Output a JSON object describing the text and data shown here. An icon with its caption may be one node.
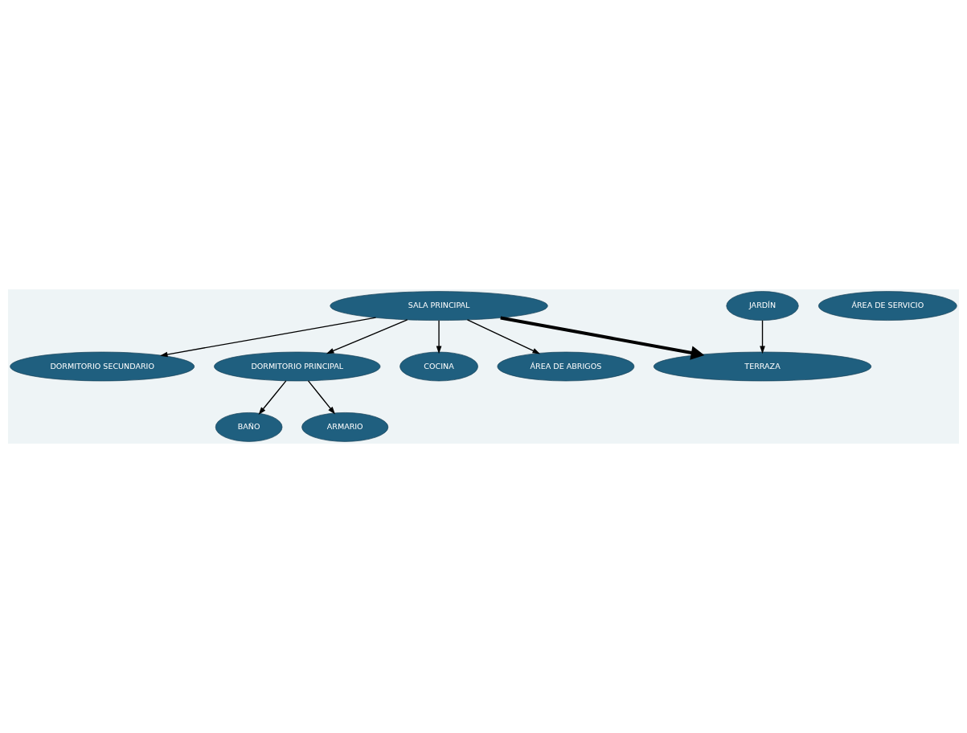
{
  "diagram": {
    "nodes": [
      {
        "text": [
          "BAÑO"
        ]
      },
      {
        "text": [
          "ARMARIO"
        ]
      },
      {
        "text": [
          "DORMITORIO SECUNDARIO"
        ]
      },
      {
        "text": [
          "DORMITORIO PRINCIPAL"
        ]
      },
      {
        "text": [
          "COCINA"
        ]
      },
      {
        "text": [
          "ÁREA DE SERVICIO"
        ]
      },
      {
        "text": [
          "SALA PRINCIPAL"
        ]
      },
      {
        "text": [
          "ÁREA DE ABRIGOS"
        ]
      },
      {
        "text": [
          "JARDÍN"
        ]
      },
      {
        "text": [
          "TERRAZA"
        ]
      }
    ],
    "edges": [
      {
        "from": 3,
        "to": 0,
        "arrow": "to"
      },
      {
        "from": 3,
        "to": 1,
        "arrow": "to"
      },
      {
        "from": 6,
        "to": 2,
        "arrow": "to"
      },
      {
        "from": 6,
        "to": 3,
        "arrow": "to"
      },
      {
        "from": 6,
        "to": 4,
        "arrow": "to"
      },
      {
        "from": 6,
        "to": 7,
        "arrow": "to"
      },
      {
        "from": 6,
        "to": 9,
        "arrow": "to",
        "style": "thick"
      },
      {
        "from": 8,
        "to": 9,
        "arrow": "to"
      }
    ]
  }
}
